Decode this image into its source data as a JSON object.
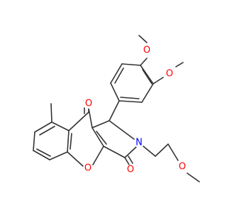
{
  "colors": {
    "background": "#ffffff",
    "bond": "#333333",
    "oxygen": "#ff0000",
    "nitrogen": "#0000ff"
  },
  "atoms": {
    "o_methoxy_top": "O",
    "o_methoxy_side": "O",
    "o_ketone_top": "O",
    "o_chromene": "O",
    "o_lactam": "O",
    "n_ring": "N",
    "o_ether_chain": "O"
  }
}
